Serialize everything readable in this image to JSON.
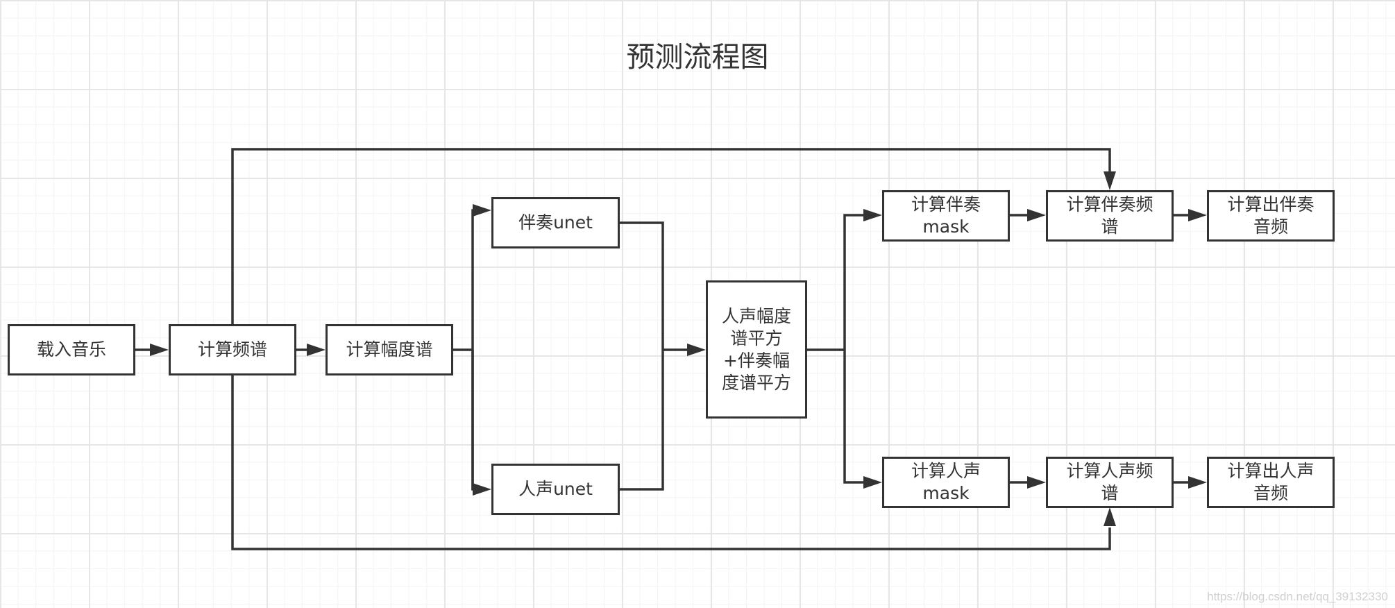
{
  "title": "预测流程图",
  "watermark": "https://blog.csdn.net/qq_39132330",
  "colors": {
    "stroke": "#333333",
    "grid": "#e6e6e6"
  },
  "nodes": {
    "load_music": "载入音乐",
    "compute_spectrum": "计算频谱",
    "compute_magnitude": "计算幅度谱",
    "accomp_unet": "伴奏unet",
    "vocal_unet": "人声unet",
    "sum_squares": "人声幅度\n谱平方\n+伴奏幅\n度谱平方",
    "accomp_mask": "计算伴奏\nmask",
    "vocal_mask": "计算人声\nmask",
    "accomp_spectrum": "计算伴奏频\n谱",
    "vocal_spectrum": "计算人声频\n谱",
    "accomp_audio": "计算出伴奏\n音频",
    "vocal_audio": "计算出人声\n音频"
  }
}
